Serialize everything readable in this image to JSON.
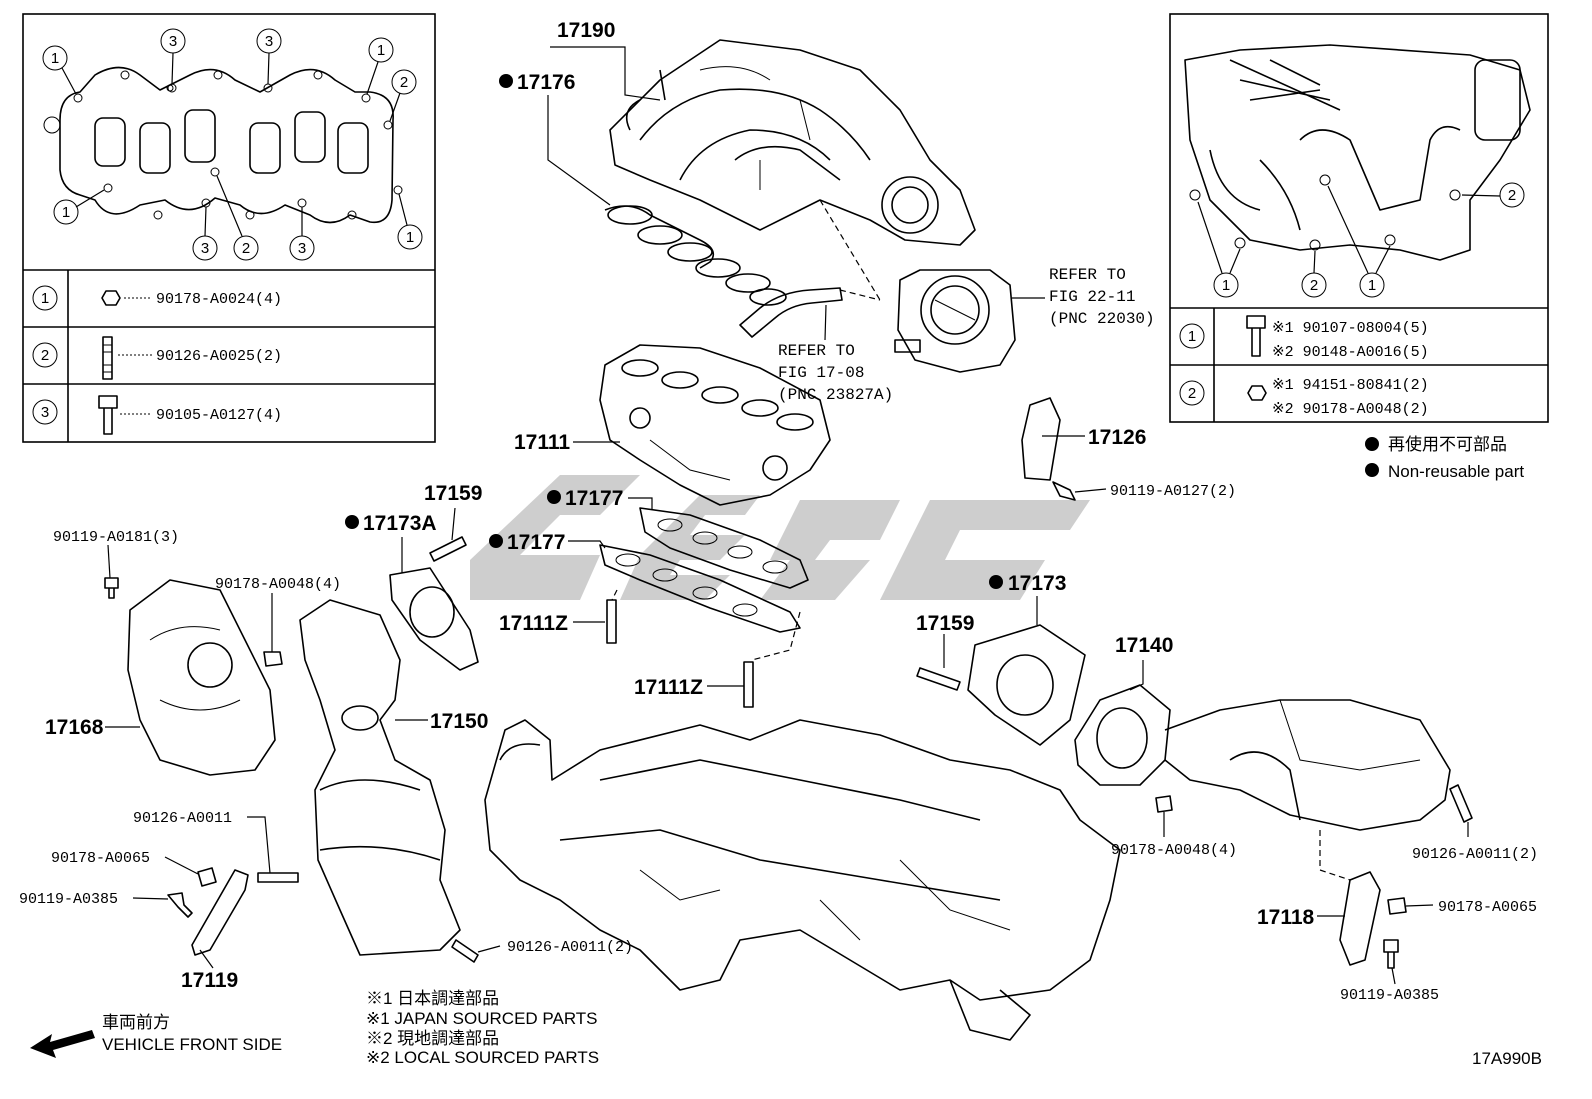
{
  "watermark": "",
  "parts": {
    "p17190": "17190",
    "p17176": "17176",
    "p17111": "17111",
    "p17126": "17126",
    "p17177a": "17177",
    "p17177b": "17177",
    "p17159a": "17159",
    "p17173A": "17173A",
    "p17111Za": "17111Z",
    "p17111Zb": "17111Z",
    "p17173": "17173",
    "p17159b": "17159",
    "p17140": "17140",
    "p17168": "17168",
    "p17150": "17150",
    "p17118": "17118",
    "p17119": "17119"
  },
  "bolts": {
    "b1": "90119-A0181(3)",
    "b2": "90178-A0048(4)",
    "b3": "90119-A0127(2)",
    "b4": "90126-A0011",
    "b5": "90178-A0065",
    "b6": "90119-A0385",
    "b7": "90126-A0011(2)",
    "b8": "90178-A0048(4)",
    "b9": "90126-A0011(2)",
    "b10": "90178-A0065",
    "b11": "90119-A0385"
  },
  "refs": {
    "r1_line1": "REFER TO",
    "r1_line2": "FIG 22-11",
    "r1_line3": "(PNC 22030)",
    "r2_line1": "REFER TO",
    "r2_line2": "FIG 17-08",
    "r2_line3": "(PNC 23827A)"
  },
  "left_table": {
    "rows": [
      {
        "num": "1",
        "part": "90178-A0024(4)"
      },
      {
        "num": "2",
        "part": "90126-A0025(2)"
      },
      {
        "num": "3",
        "part": "90105-A0127(4)"
      }
    ],
    "callouts": [
      "1",
      "3",
      "3",
      "1",
      "2",
      "1",
      "3",
      "2",
      "3",
      "1"
    ]
  },
  "right_table": {
    "rows": [
      {
        "num": "1",
        "line1": "※1 90107-08004(5)",
        "line2": "※2 90148-A0016(5)"
      },
      {
        "num": "2",
        "line1": "※1 94151-80841(2)",
        "line2": "※2 90178-A0048(2)"
      }
    ],
    "callouts": [
      "2",
      "1",
      "2",
      "1"
    ]
  },
  "legend": {
    "jp": "再使用不可部品",
    "en": "Non-reusable part"
  },
  "footnotes": [
    "※1  日本調達部品",
    "※1  JAPAN SOURCED PARTS",
    "※2  現地調達部品",
    "※2  LOCAL SOURCED PARTS"
  ],
  "front": {
    "jp": "車両前方",
    "en": "VEHICLE FRONT SIDE"
  },
  "code": "17A990B"
}
